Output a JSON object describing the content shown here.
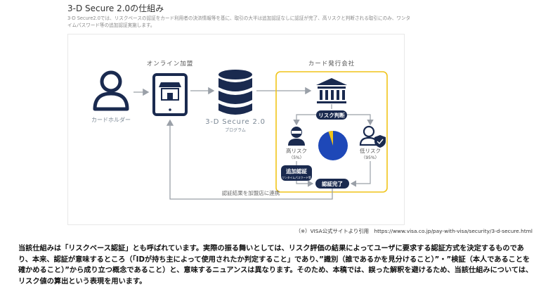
{
  "header": {
    "title": "3-D Secure 2.0の仕組み",
    "description": "3-D Secure2.0では、リスクベースの認証をカード利用者の決済情報等を基に、取引の大半は追加認証なしに認証が完了、高リスクと判断される取引にのみ、ワンタイムパスワード等の追加認証実施します。"
  },
  "diagram": {
    "cardholder": "カードホルダー",
    "merchant": "オンライン加盟",
    "program_name": "3-D Secure 2.0",
    "program_sub": "プログラム",
    "issuer": "カード発行会社",
    "risk_judge": "リスク判断",
    "high_risk": "高リスク",
    "high_risk_pct": "（5%）",
    "low_risk": "低リスク",
    "low_risk_pct": "（95%）",
    "extra_auth": "追加認証",
    "extra_auth_sub": "ワンタイムパスワード等",
    "auth_done": "認証完了",
    "result_link": "認証結果を加盟店に連携",
    "colors": {
      "navy": "#1a2a4f",
      "gold": "#f0c419",
      "blue": "#1e48b8",
      "gray": "#9aa0a8",
      "teal_gray": "#7a8794"
    }
  },
  "citation": "（※）VISA公式サイトより引用　https://www.visa.co.jp/pay-with-visa/security/3-d-secure.html",
  "body": "当該仕組みは「リスクベース認証」とも呼ばれています。実際の振る舞いとしては、リスク評価の結果によってユーザに要求する認証方式を決定するものであり、本来、認証が意味するところ（「IDが持ち主によって使用されたか判定すること」であり、”識別（誰であるかを見分けること）”・”検証（本人であることを確かめること）”から成り立つ概念であること）と、意味するニュアンスは異なります。そのため、本稿では、誤った解釈を避けるため、当該仕組みについては、リスク値の算出という表現を用います。"
}
